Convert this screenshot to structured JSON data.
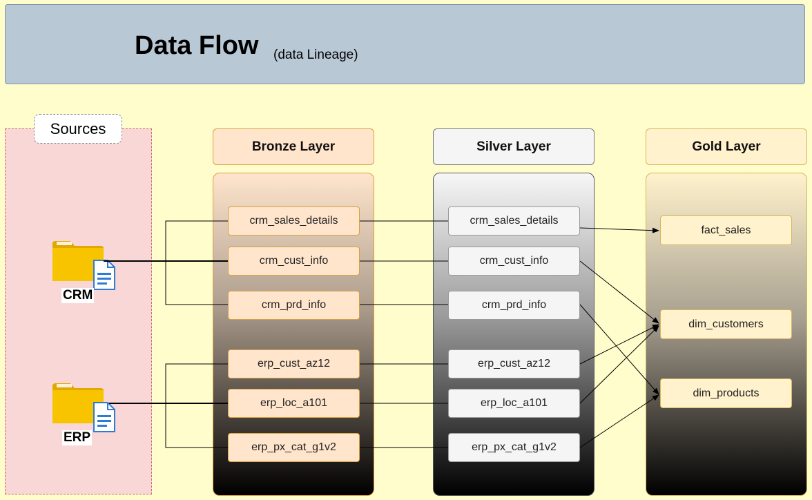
{
  "header": {
    "title": "Data Flow",
    "subtitle": "(data Lineage)"
  },
  "sources": {
    "label": "Sources",
    "items": [
      {
        "label": "CRM"
      },
      {
        "label": "ERP"
      }
    ]
  },
  "layers": {
    "bronze": {
      "title": "Bronze Layer",
      "nodes": [
        "crm_sales_details",
        "crm_cust_info",
        "crm_prd_info",
        "erp_cust_az12",
        "erp_loc_a101",
        "erp_px_cat_g1v2"
      ]
    },
    "silver": {
      "title": "Silver Layer",
      "nodes": [
        "crm_sales_details",
        "crm_cust_info",
        "crm_prd_info",
        "erp_cust_az12",
        "erp_loc_a101",
        "erp_px_cat_g1v2"
      ]
    },
    "gold": {
      "title": "Gold Layer",
      "nodes": [
        "fact_sales",
        "dim_customers",
        "dim_products"
      ]
    }
  },
  "colors": {
    "background": "#fffdcc",
    "header": "#b9c8d5",
    "sources_panel": "#f9d7d6",
    "bronze_header": "#ffe5cc",
    "silver_header": "#f5f5f5",
    "gold_header": "#fff2cc",
    "folder": "#f8c400"
  }
}
